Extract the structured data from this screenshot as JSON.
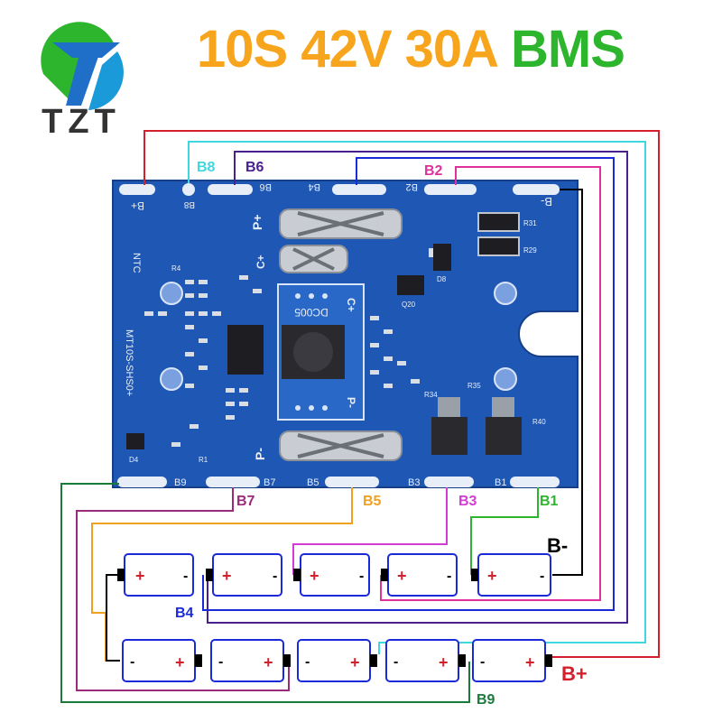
{
  "brand": {
    "logo_text": "TZT"
  },
  "title": {
    "main": "10S 42V 30A",
    "accent": "BMS"
  },
  "colors": {
    "title_main": "#f7a51c",
    "title_accent": "#2db52d",
    "board": "#1e57b4",
    "b_plus": "#d4202a",
    "b_minus": "#000000",
    "B1": "#2db52d",
    "B2": "#e0309c",
    "B3": "#d23cd2",
    "B4": "#1a2ad8",
    "B5": "#f0a020",
    "B6": "#4a2090",
    "B7": "#9a2a7a",
    "B8": "#40d8e0",
    "B9": "#1a7a3a"
  },
  "wire_labels": {
    "b8": "B8",
    "b6": "B6",
    "b2": "B2",
    "b7": "B7",
    "b5": "B5",
    "b3": "B3",
    "b1": "B1",
    "b_minus": "B-",
    "b4": "B4",
    "b_plus": "B+",
    "b9": "B9"
  },
  "pcb": {
    "top_pads": [
      "B+",
      "B8",
      "B6",
      "B4",
      "B2",
      "B-"
    ],
    "bottom_pads": [
      "B9",
      "B7",
      "B5",
      "B3",
      "B1"
    ],
    "p_plus": "P+",
    "c_plus": "C+",
    "p_minus": "P-",
    "ntc": "NTC",
    "model": "MT10S-SHS0+",
    "module": "DC005",
    "module_c_plus": "C+",
    "module_p_minus": "P-",
    "resistors": [
      "R31",
      "R29",
      "R35",
      "R40",
      "R34",
      "D8",
      "Q20",
      "D4",
      "R1",
      "R4"
    ]
  },
  "cells": {
    "plus": "+",
    "minus": "-"
  }
}
